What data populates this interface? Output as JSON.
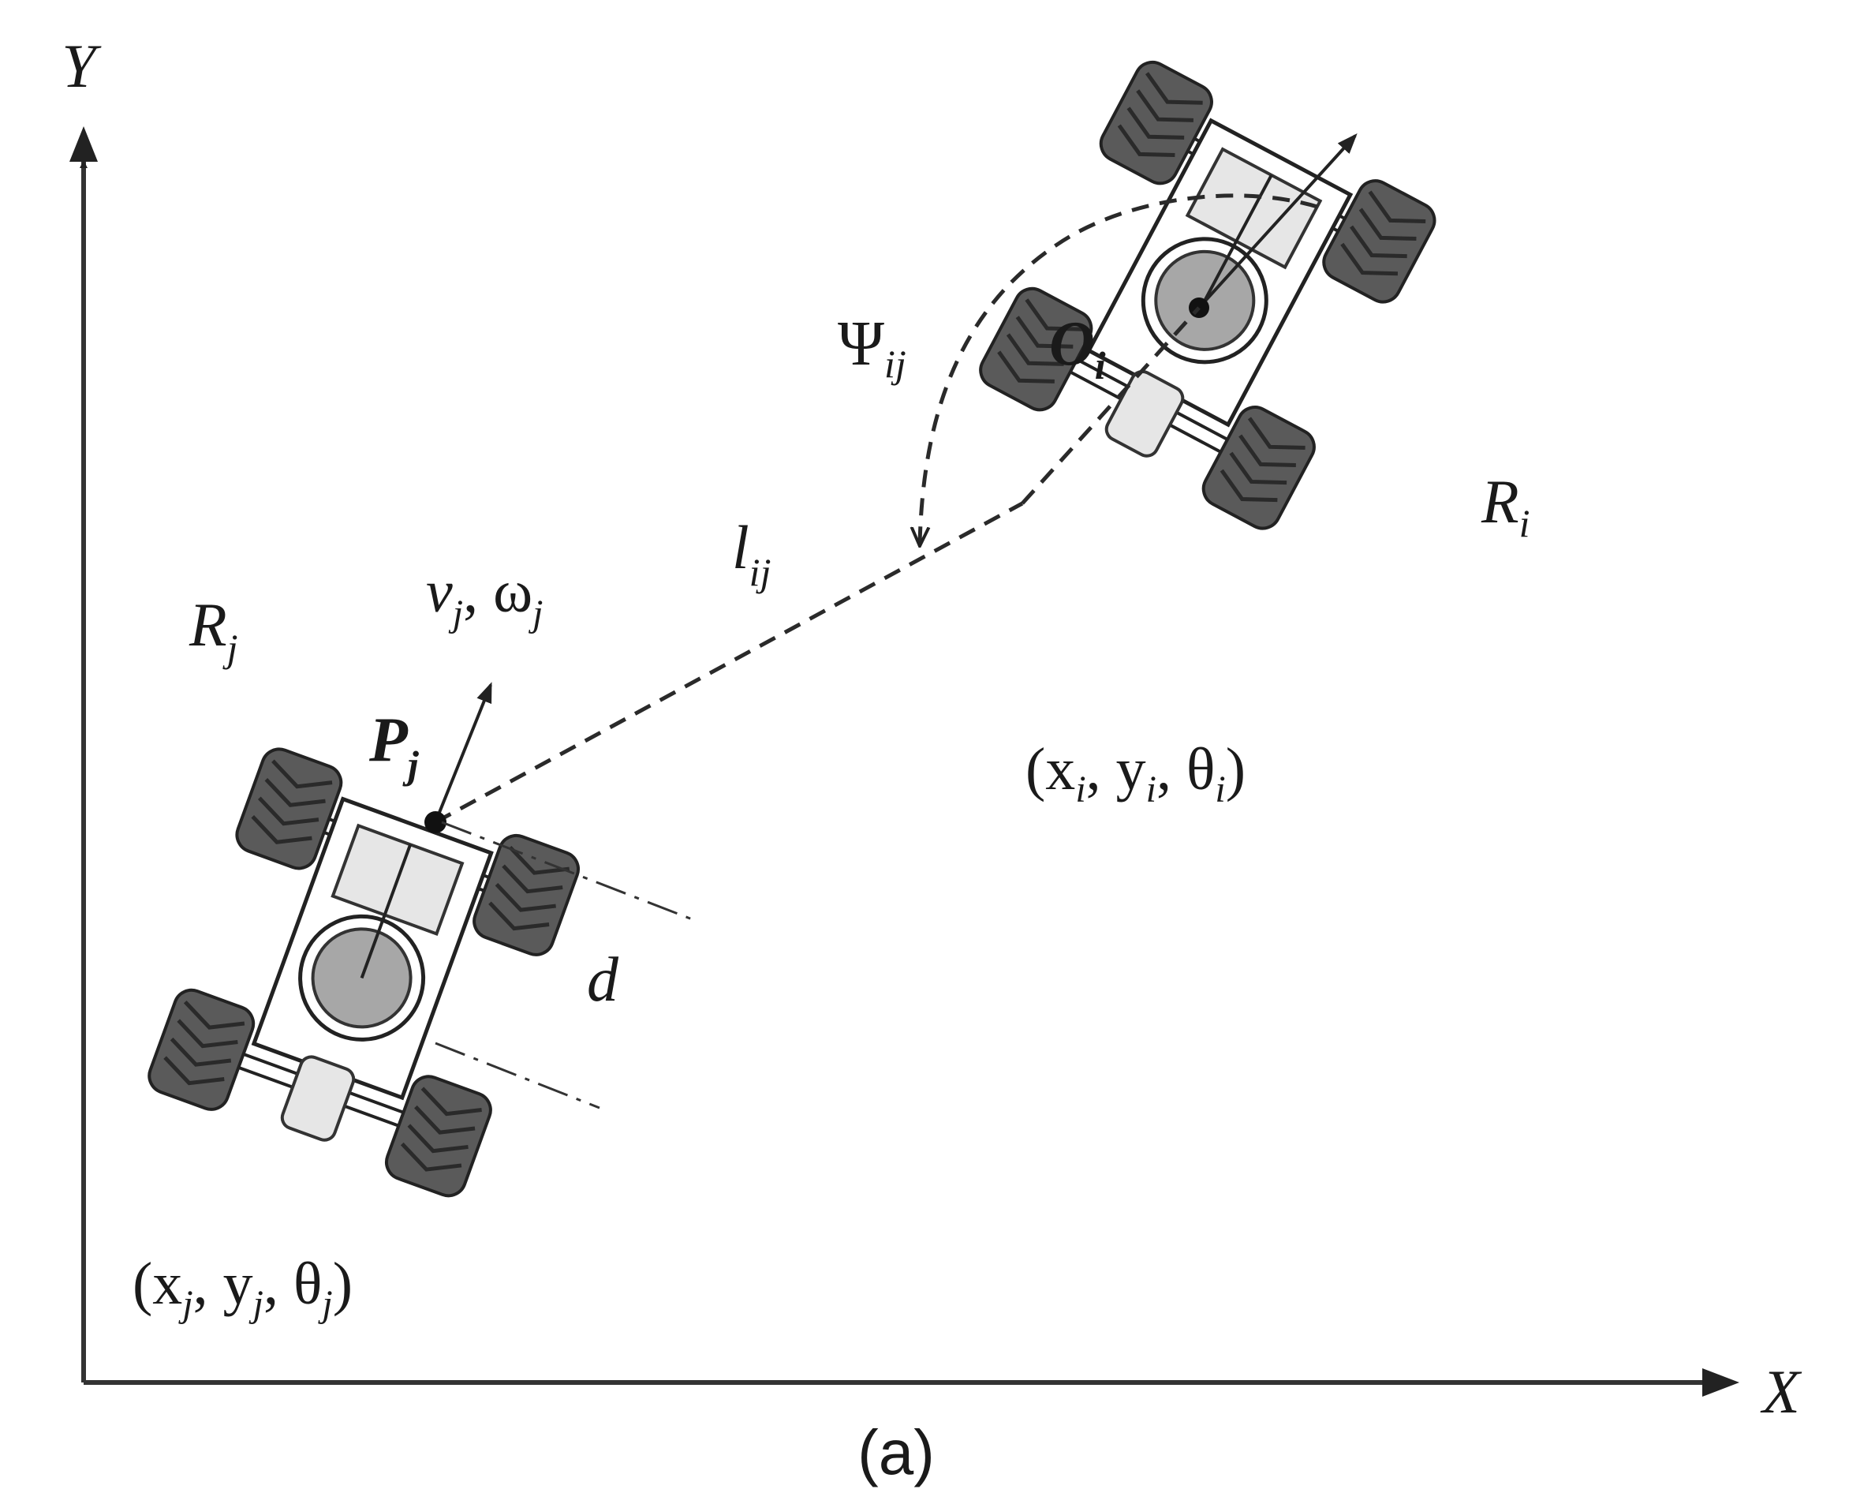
{
  "axes": {
    "x_label": "X",
    "y_label": "Y"
  },
  "robot_i": {
    "name": "R",
    "name_sub": "i",
    "center_point": "O",
    "center_sub": "i",
    "pose_text": [
      "(x",
      "i",
      ", y",
      "i",
      ", θ",
      "i",
      ")"
    ]
  },
  "robot_j": {
    "name": "R",
    "name_sub": "j",
    "point": "P",
    "point_sub": "j",
    "velocity_text": [
      "v",
      "j",
      ", ω",
      "j"
    ],
    "pose_text": [
      "(x",
      "j",
      ", y",
      "j",
      ", θ",
      "j",
      ")"
    ]
  },
  "relations": {
    "distance": "l",
    "distance_sub": "ij",
    "angle": "Ψ",
    "angle_sub": "ij",
    "offset": "d"
  },
  "caption": "(a)"
}
